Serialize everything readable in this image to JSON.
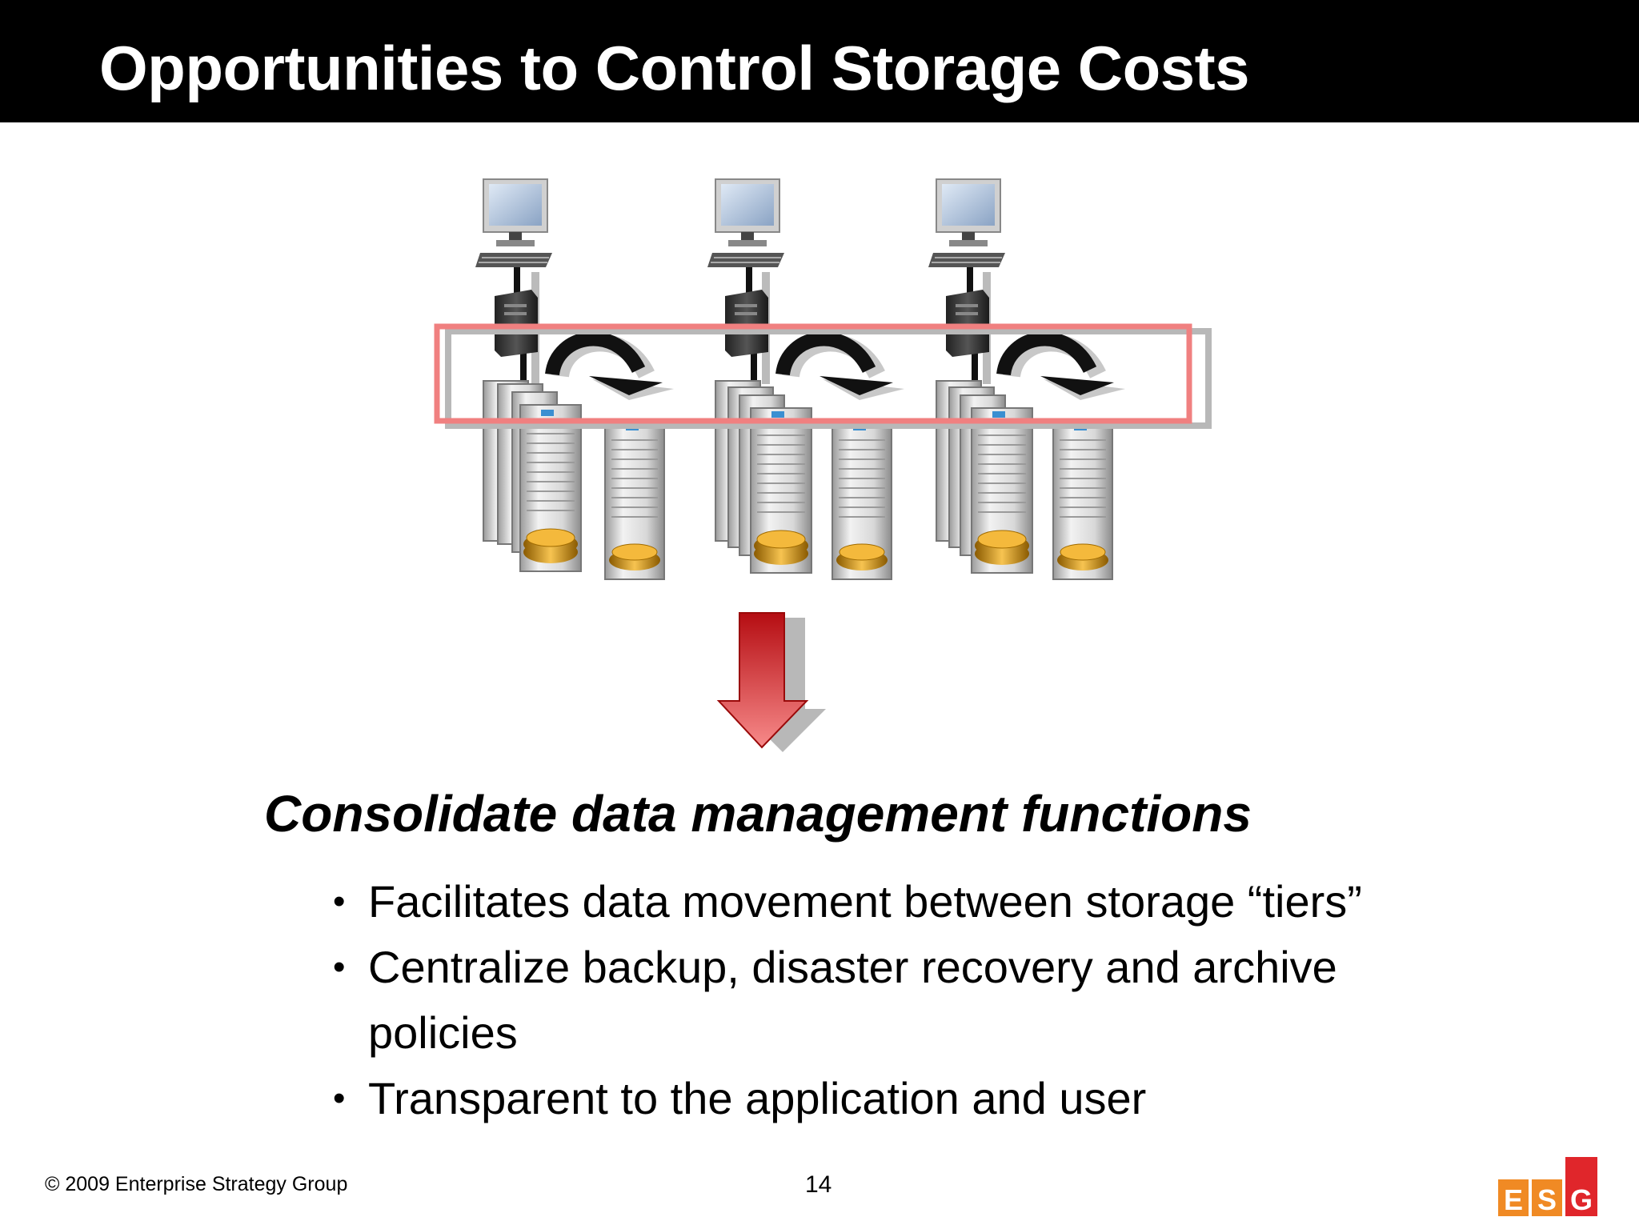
{
  "slide": {
    "title": "Opportunities to Control Storage Costs",
    "headline": "Consolidate data management functions",
    "bullets": [
      {
        "marker": "•",
        "text": "Facilitates data movement between storage “tiers”"
      },
      {
        "marker": "•",
        "text": "Centralize backup, disaster recovery and archive policies"
      },
      {
        "marker": "•",
        "text": "Transparent to the application and user"
      }
    ],
    "footer": {
      "copyright": "© 2009 Enterprise Strategy Group",
      "page_number": "14"
    },
    "logo": {
      "letters": [
        "E",
        "S",
        "G"
      ]
    }
  },
  "diagram": {
    "groups": 3,
    "icons": [
      "monitor-icon",
      "keyboard-icon",
      "server-tower-icon",
      "storage-array-icon",
      "curved-arrow-icon",
      "down-arrow-icon"
    ],
    "colors": {
      "highlight_box": "#f08080",
      "down_arrow": "#e0262b",
      "storage_disk": "#d8901a",
      "logo_orange": "#f08a24",
      "logo_red": "#e0262b"
    }
  }
}
